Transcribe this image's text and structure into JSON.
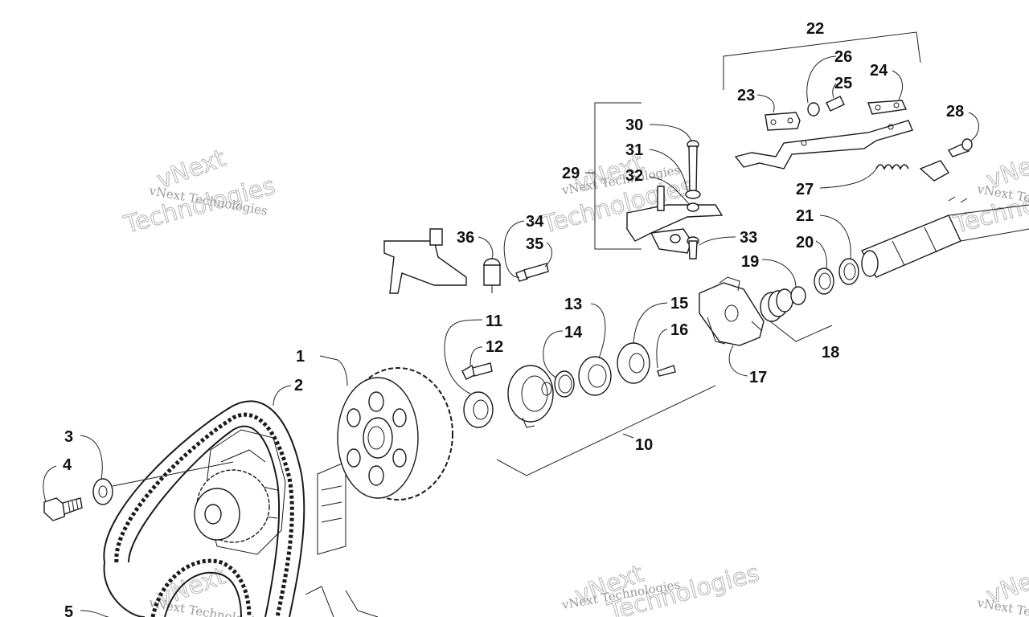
{
  "watermark": {
    "line1": "vNext Technologies",
    "line2": "vNext",
    "line3": "Technologies"
  },
  "callouts": [
    "1",
    "2",
    "3",
    "4",
    "5",
    "10",
    "11",
    "12",
    "13",
    "14",
    "15",
    "16",
    "17",
    "18",
    "19",
    "20",
    "21",
    "22",
    "23",
    "24",
    "25",
    "26",
    "27",
    "28",
    "29",
    "30",
    "31",
    "32",
    "33",
    "34",
    "35",
    "36"
  ]
}
